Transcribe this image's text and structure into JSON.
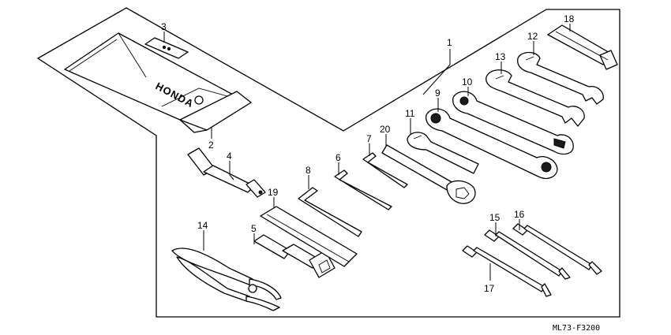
{
  "diagram": {
    "labels": {
      "l1": "1",
      "l2": "2",
      "l3": "3",
      "l4": "4",
      "l5": "5",
      "l6": "6",
      "l7": "7",
      "l8": "8",
      "l9": "9",
      "l10": "10",
      "l11": "11",
      "l12": "12",
      "l13": "13",
      "l14": "14",
      "l15": "15",
      "l16": "16",
      "l17": "17",
      "l18": "18",
      "l19": "19",
      "l20": "20"
    },
    "pouch_brand": "HONDA",
    "drawing_code": "ML73-F3200"
  }
}
